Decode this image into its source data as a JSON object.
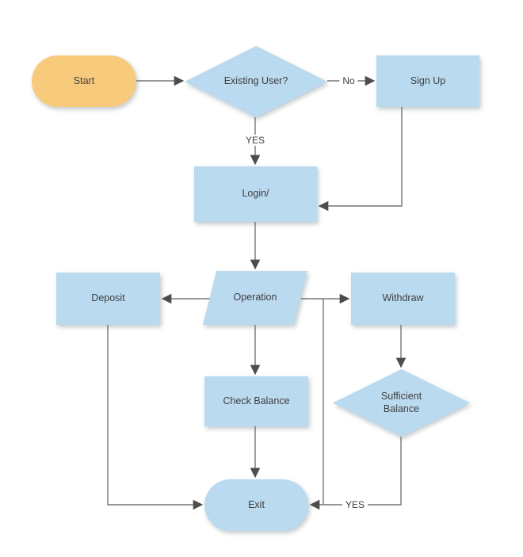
{
  "diagram": {
    "type": "flowchart",
    "colors": {
      "node_blue": "#BADAF0",
      "node_orange": "#F8CA7C",
      "line": "#757575",
      "arrow": "#4D4D4D",
      "text": "#3F3F3F",
      "canvas_bg": "#FFFFFF"
    },
    "nodes": [
      {
        "id": "start",
        "label": "Start",
        "shape": "terminator",
        "fill": "orange"
      },
      {
        "id": "existing-user",
        "label": "Existing User?",
        "shape": "decision",
        "fill": "blue"
      },
      {
        "id": "sign-up",
        "label": "Sign Up",
        "shape": "process",
        "fill": "blue"
      },
      {
        "id": "login",
        "label": "Login/",
        "shape": "process",
        "fill": "blue"
      },
      {
        "id": "operation",
        "label": "Operation",
        "shape": "data",
        "fill": "blue"
      },
      {
        "id": "deposit",
        "label": "Deposit",
        "shape": "process",
        "fill": "blue"
      },
      {
        "id": "withdraw",
        "label": "Withdraw",
        "shape": "process",
        "fill": "blue"
      },
      {
        "id": "check-balance",
        "label": "Check Balance",
        "shape": "process",
        "fill": "blue"
      },
      {
        "id": "sufficient-balance",
        "label": "Sufficient Balance",
        "shape": "decision",
        "fill": "blue"
      },
      {
        "id": "exit",
        "label": "Exit",
        "shape": "terminator",
        "fill": "blue"
      }
    ],
    "edge_labels": [
      {
        "id": "no",
        "text": "No"
      },
      {
        "id": "yes-login",
        "text": "YES"
      },
      {
        "id": "yes-exit",
        "text": "YES"
      }
    ],
    "edges": [
      {
        "from": "start",
        "to": "existing-user",
        "label": ""
      },
      {
        "from": "existing-user",
        "to": "sign-up",
        "label": "No"
      },
      {
        "from": "existing-user",
        "to": "login",
        "label": "YES"
      },
      {
        "from": "sign-up",
        "to": "login",
        "label": ""
      },
      {
        "from": "login",
        "to": "operation",
        "label": ""
      },
      {
        "from": "operation",
        "to": "deposit",
        "label": ""
      },
      {
        "from": "operation",
        "to": "withdraw",
        "label": ""
      },
      {
        "from": "operation",
        "to": "check-balance",
        "label": ""
      },
      {
        "from": "operation",
        "to": "exit",
        "label": ""
      },
      {
        "from": "withdraw",
        "to": "sufficient-balance",
        "label": ""
      },
      {
        "from": "sufficient-balance",
        "to": "exit",
        "label": "YES"
      },
      {
        "from": "check-balance",
        "to": "exit",
        "label": ""
      },
      {
        "from": "deposit",
        "to": "exit",
        "label": ""
      }
    ]
  }
}
